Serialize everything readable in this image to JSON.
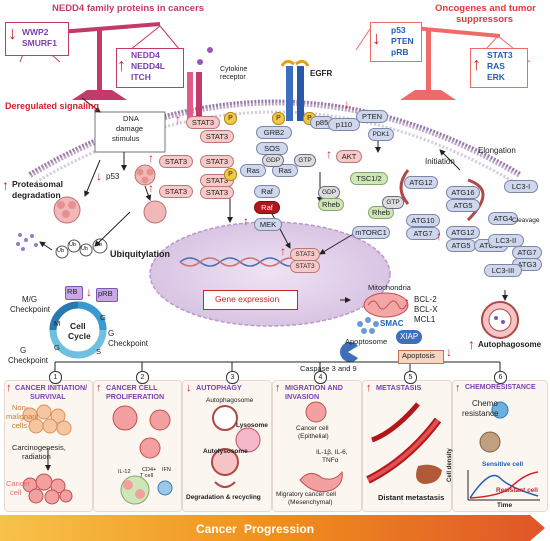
{
  "top_left": {
    "title": "NEDD4 family proteins in cancers",
    "down_proteins": [
      "WWP2",
      "SMURF1"
    ],
    "up_proteins": [
      "NEDD4",
      "NEDD4L",
      "ITCH"
    ],
    "label": "Deregulated signaling"
  },
  "top_right": {
    "title_line1": "Oncogenes and tumor",
    "title_line2": "suppressors",
    "down_proteins": [
      "p53",
      "PTEN",
      "pRB"
    ],
    "up_proteins": [
      "STAT3",
      "RAS",
      "ERK"
    ]
  },
  "receptors": {
    "cytokine_line1": "Cytokine",
    "cytokine_line2": "receptor",
    "egfr": "EGFR"
  },
  "dna_damage": {
    "line1": "DNA",
    "line2": "damage",
    "line3": "stimulus"
  },
  "signaling": {
    "stat3": "STAT3",
    "p": "P",
    "grb2": "GRB2",
    "sos": "SOS",
    "gdp": "GDP",
    "gtp": "GTP",
    "ras": "Ras",
    "raf": "Raf",
    "mek": "MEK",
    "p85": "p85",
    "p110": "p110",
    "pten": "PTEN",
    "pdk1": "PDK1",
    "akt": "AKT",
    "tsc": "TSC1/2",
    "rheb": "Rheb",
    "mtorc1": "mTORC1",
    "gene_expression": "Gene expression"
  },
  "proteasome": {
    "label_line1": "Proteasomal",
    "label_line2": "degradation",
    "p53": "p53",
    "ub": "Ub",
    "ubiquitylation": "Ubiquitylation"
  },
  "cell_cycle": {
    "title_line1": "Cell",
    "title_line2": "Cycle",
    "rb": "RB",
    "prb": "pRB",
    "m_g1_line1": "M/G",
    "m_g1_line2": "Checkpoint",
    "g1_s_line1": "G",
    "g1_s_line2": "Checkpoint",
    "g2_m_line1": "G",
    "g2_m_line2": "Checkpoint",
    "g1": "G",
    "s": "S",
    "g2": "G",
    "m": "M"
  },
  "autophagy": {
    "atg12": "ATG12",
    "atg16": "ATG16",
    "atg5": "ATG5",
    "atg10": "ATG10",
    "atg7": "ATG7",
    "atg3": "ATG3",
    "atg4": "ATG4",
    "lc3_i": "LC3-I",
    "lc3_ii": "LC3-II",
    "lc3_iii": "LC3-III",
    "initiation": "Initiation",
    "elongation": "Elongation",
    "cleavage": "Cleavage",
    "autophagosome": "Autophagosome"
  },
  "apoptosis": {
    "mitochondria": "Mitochondria",
    "bcl2": "BCL-2",
    "bclxl": "BCL-X",
    "mcl1": "MCL1",
    "smac": "SMAC",
    "xiap": "XIAP",
    "apoptosome": "Apoptosome",
    "apoptosis": "Apoptosis",
    "caspase": "Caspase 3 and 9"
  },
  "panels": [
    {
      "num": "1",
      "title_line1": "CANCER INITIATION/",
      "title_line2": "SURVIVAL"
    },
    {
      "num": "2",
      "title_line1": "CANCER CELL",
      "title_line2": "PROLIFERATION"
    },
    {
      "num": "3",
      "title_line1": "AUTOPHAGY",
      "title_line2": ""
    },
    {
      "num": "4",
      "title_line1": "MIGRATION AND",
      "title_line2": "INVASION"
    },
    {
      "num": "5",
      "title_line1": "METASTASIS",
      "title_line2": ""
    },
    {
      "num": "6",
      "title_line1": "CHEMORESISTANCE",
      "title_line2": ""
    }
  ],
  "panel1": {
    "nonmalignant_line1": "Non-",
    "nonmalignant_line2": "malignant",
    "nonmalignant_line3": "cells",
    "carcinogenesis_line1": "Carcinogenesis,",
    "carcinogenesis_line2": "radiation",
    "cancer_cell_line1": "Cancer",
    "cancer_cell_line2": "cell"
  },
  "panel2": {
    "il12": "IL-12",
    "cd4": "CD4+",
    "tcell": "T cell",
    "ifn": "IFN"
  },
  "panel3": {
    "autophagosome": "Autophagosome",
    "lysosome": "Lysosome",
    "autolysosome": "Autolysosome",
    "degradation": "Degradation & recycling"
  },
  "panel4": {
    "cancer_cell_line1": "Cancer cell",
    "cancer_cell_line2": "(Epithelial)",
    "cytokines_line1": "IL-1β, IL-6,",
    "cytokines_line2": "TNFα",
    "migratory_line1": "Migratory cancer cell",
    "migratory_line2": "(Mesenchymal)"
  },
  "panel5": {
    "distant": "Distant metastasis"
  },
  "panel6": {
    "chemo_line1": "Chemo",
    "chemo_line2": "resistance",
    "sensitive": "Sensitive cell",
    "resistant": "Resistant cell",
    "ylabel": "Cell density",
    "xlabel": "Time"
  },
  "progression": {
    "word1": "Cancer",
    "word2": "Progression"
  },
  "colors": {
    "accent_purple": "#7a3fb0",
    "accent_blue": "#1f5fb8",
    "accent_red": "#d0202a",
    "membrane": "#9a78a8",
    "progress_orange": "#f0901c"
  }
}
